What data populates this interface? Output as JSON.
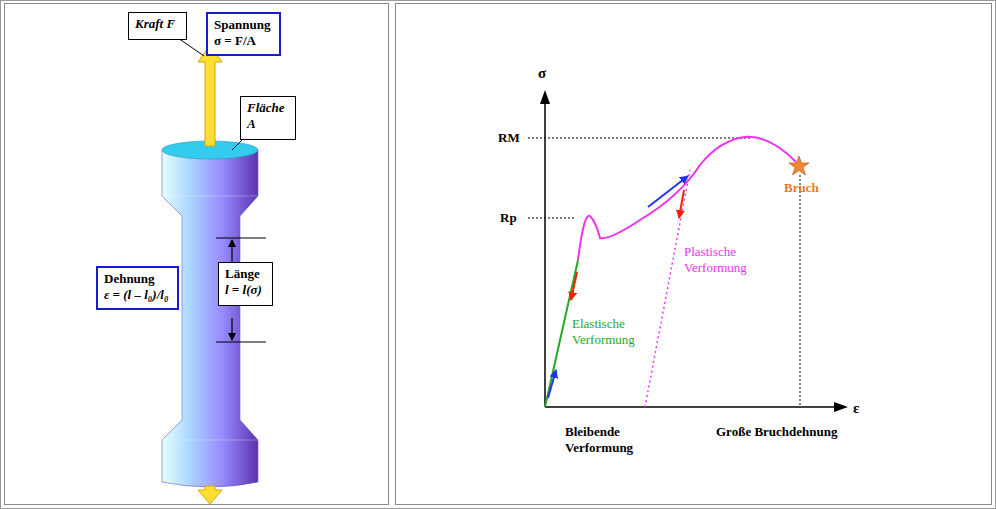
{
  "diagram": {
    "nodes": [
      {
        "text": [
          "Kraft F"
        ]
      },
      {
        "text": [
          "Spannung",
          "σ = F/A"
        ]
      },
      {
        "text": [
          "Fläche",
          "A"
        ]
      },
      {
        "text": [
          "Länge",
          "l = l(σ)"
        ]
      },
      {
        "text": [
          "Dehnung",
          "ε = (l – l₀)/l₀"
        ]
      }
    ],
    "labels": [
      "σ",
      "ε",
      "RM",
      "Rp",
      "Bruch",
      "Plastische Verformung",
      "Elastische Verformung",
      "Bleibende Verformung",
      "Große Bruchdehnung"
    ]
  }
}
